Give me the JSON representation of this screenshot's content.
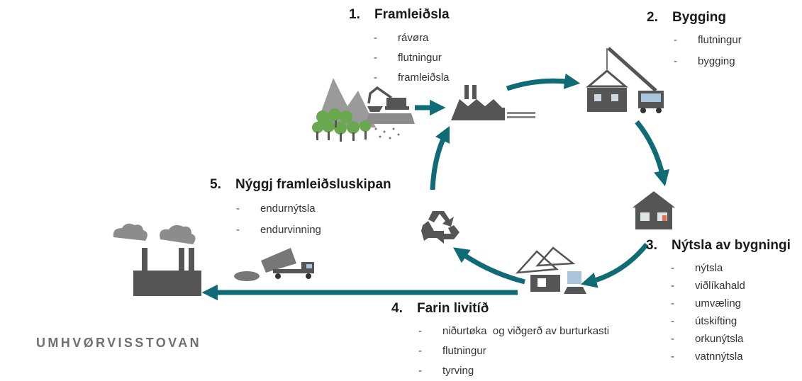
{
  "colors": {
    "arrow": "#0f6b76",
    "icon_dark": "#555555",
    "icon_mid": "#8c8c8c",
    "tree_green": "#6aa84f",
    "text": "#1a1a1a",
    "brand": "#707070"
  },
  "stages": [
    {
      "number": "1.",
      "title": "Framleiðsla",
      "items": [
        "rávøra",
        "flutningur",
        "framleiðsla"
      ]
    },
    {
      "number": "2.",
      "title": "Bygging",
      "items": [
        "flutningur",
        "bygging"
      ]
    },
    {
      "number": "3.",
      "title": "Nýtsla av bygningi",
      "items": [
        "nýtsla",
        "viðlíkahald",
        "umvæling",
        "útskifting",
        "orkunýtsla",
        "vatnnýtsla"
      ]
    },
    {
      "number": "4.",
      "title": "Farin livitíð",
      "items": [
        "niðurtøka  og viðgerð av burturkasti",
        "flutningur",
        "tyrving"
      ]
    },
    {
      "number": "5.",
      "title": "Nýggj framleiðsluskipan",
      "items": [
        "endurnýtsla",
        "endurvinning"
      ]
    }
  ],
  "bullet": "-",
  "icons": {
    "raw_materials": "mountains-trees-excavator-icon",
    "factory": "factory-conveyor-icon",
    "construction": "house-crane-icon",
    "house": "house-in-use-icon",
    "demolition": "demolition-roof-trusses-icon",
    "recycle": "recycle-icon",
    "dump_truck": "dump-truck-landfill-icon",
    "polluting_factory": "polluting-factory-icon"
  },
  "brand": "UMHVØRVISSTOVAN"
}
